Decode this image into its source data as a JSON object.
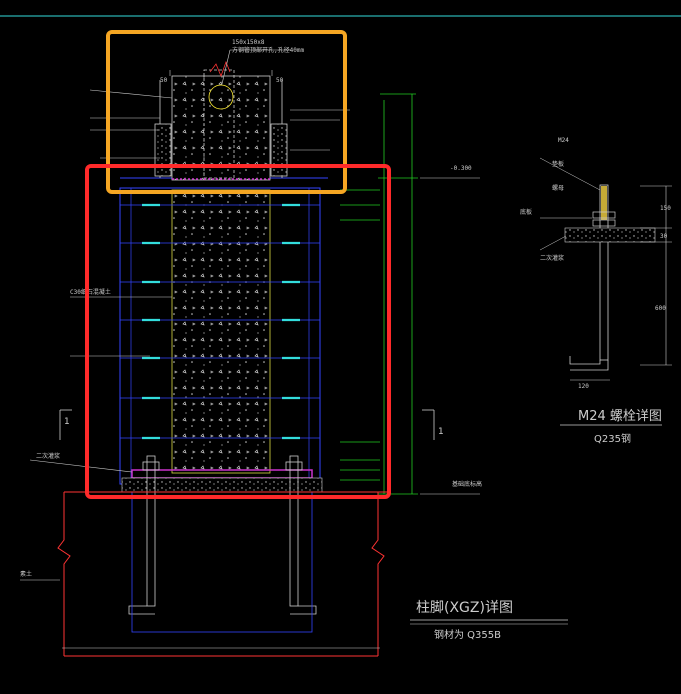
{
  "drawing": {
    "main_title": "柱脚(XGZ)详图",
    "main_subtitle": "钢材为 Q355B",
    "detail_title": "M24 螺栓详图",
    "detail_subtitle": "Q235钢",
    "section_marker": "1",
    "top_labels": {
      "tube_size": "150x150x8",
      "tube_note": "方钢管顶部开孔,孔径40mm",
      "dim_50": "50",
      "elev_top": "-0.300",
      "elev_bottom": "基础底标高",
      "dim_150": "150",
      "dim_120": "120",
      "dim_600": "600",
      "dim_30": "30",
      "c30": "C30细石混凝土",
      "ground": "素土",
      "bolt_m24": "M24",
      "washer": "垫板",
      "nut": "螺母",
      "plate": "底板",
      "grout": "二次灌浆"
    }
  },
  "colors": {
    "background": "#000000",
    "yellow_box": "#f5a623",
    "red_box": "#ff2a2a",
    "steel_blue": "#3344ff",
    "rebar_cyan": "#33dddd",
    "dim_green": "#22cc22",
    "concrete_white": "#dddddd",
    "plate_magenta": "#cc33cc",
    "red_line": "#ff3333",
    "bolt_yellow": "#e8c840"
  }
}
